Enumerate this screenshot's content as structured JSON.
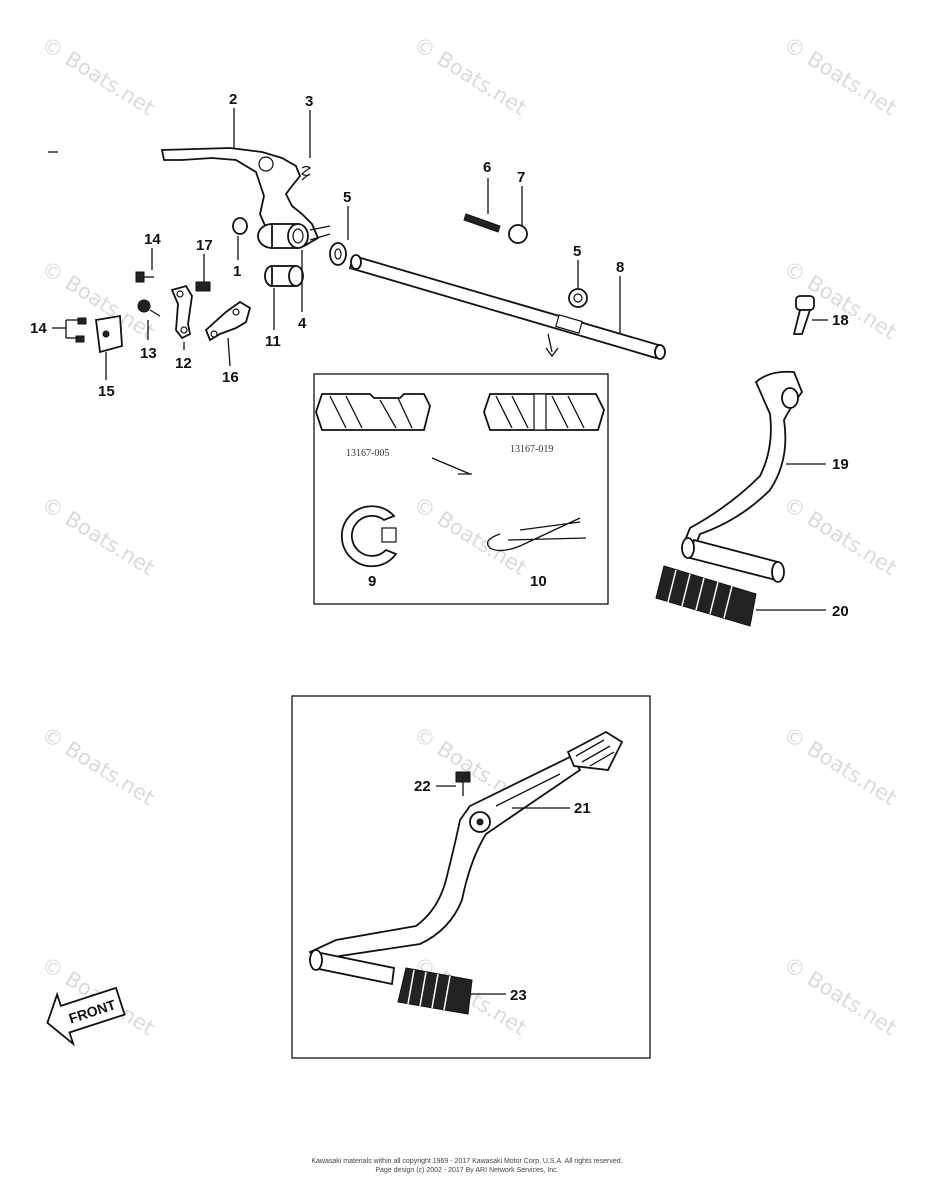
{
  "watermark": "© Boats.net",
  "callouts": [
    "1",
    "2",
    "3",
    "4",
    "5",
    "5",
    "6",
    "7",
    "8",
    "9",
    "10",
    "11",
    "12",
    "13",
    "14",
    "14",
    "15",
    "16",
    "17",
    "18",
    "19",
    "20",
    "21",
    "22",
    "23"
  ],
  "inset_codes": {
    "left": "13167-005",
    "right": "13167-019"
  },
  "front_label": "FRONT",
  "copyright": {
    "line1": "Kawasaki materials within all copyright 1969 - 2017 Kawasaki Motor Corp, U.S.A. All rights reserved.",
    "line2": "Page design (c) 2002 - 2017 By ARI Network Services, Inc."
  }
}
